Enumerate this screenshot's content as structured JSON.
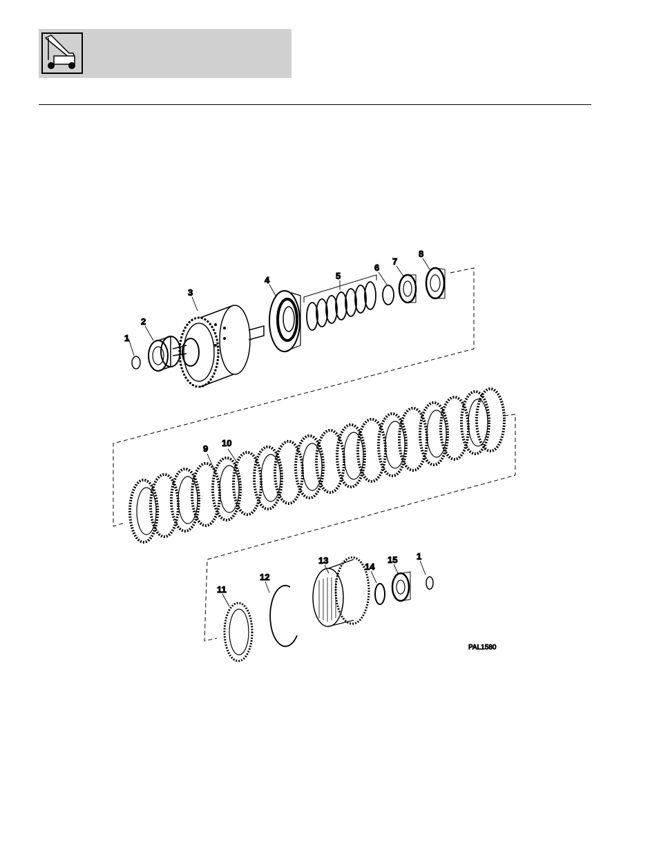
{
  "header": {
    "icon": "machine-arm-icon"
  },
  "diagram": {
    "figure_ref": "PAL1580",
    "callouts": [
      "1",
      "2",
      "3",
      "4",
      "5",
      "6",
      "7",
      "8",
      "9",
      "10",
      "11",
      "12",
      "13",
      "14",
      "15",
      "1"
    ]
  },
  "colors": {
    "band": "#d0d0d0",
    "ink": "#000000"
  }
}
